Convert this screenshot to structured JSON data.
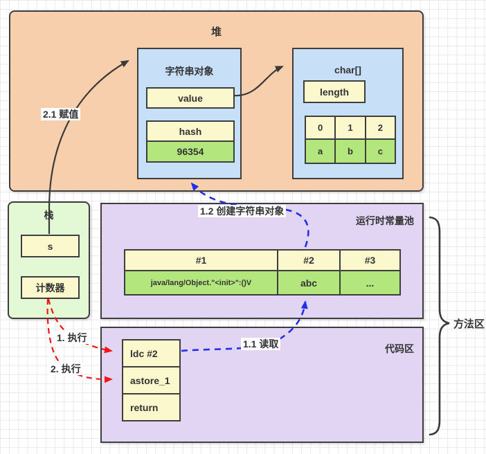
{
  "colors": {
    "heap-fill": "#f8cfac",
    "blue-fill": "#c7dff7",
    "yellow-fill": "#fbf8ce",
    "green-fill": "#b3e77e",
    "stack-fill": "#e3f8d4",
    "purple-fill": "#e2d4f3",
    "border": "#3d3d3d",
    "grid": "#e9e9e9",
    "arrow-black": "#3a3a3a",
    "arrow-blue": "#2030e8",
    "arrow-red": "#f51515",
    "text": "#333333"
  },
  "heap": {
    "title": "堆",
    "string_object": {
      "title": "字符串对象",
      "value_field": "value",
      "hash_field": "hash",
      "hash_value": "96354"
    },
    "char_array": {
      "title": "char[]",
      "length_field": "length",
      "indices": [
        "0",
        "1",
        "2"
      ],
      "chars": [
        "a",
        "b",
        "c"
      ]
    }
  },
  "stack": {
    "title": "栈",
    "var_slot": "s",
    "counter_slot": "计数器"
  },
  "method_area": {
    "brace_label": "方法区",
    "constant_pool": {
      "title": "运行时常量池",
      "entries": [
        {
          "index": "#1",
          "value": "java/lang/Object.\"<init>\":()V"
        },
        {
          "index": "#2",
          "value": "abc"
        },
        {
          "index": "#3",
          "value": "..."
        }
      ]
    },
    "code_area": {
      "title": "代码区",
      "instructions": [
        "ldc #2",
        "astore_1",
        "return"
      ]
    }
  },
  "annotations": {
    "assign": "2.1 赋值",
    "create_string": "1.2 创建字符串对象",
    "read": "1.1 读取",
    "exec_1": "1. 执行",
    "exec_2": "2. 执行"
  }
}
